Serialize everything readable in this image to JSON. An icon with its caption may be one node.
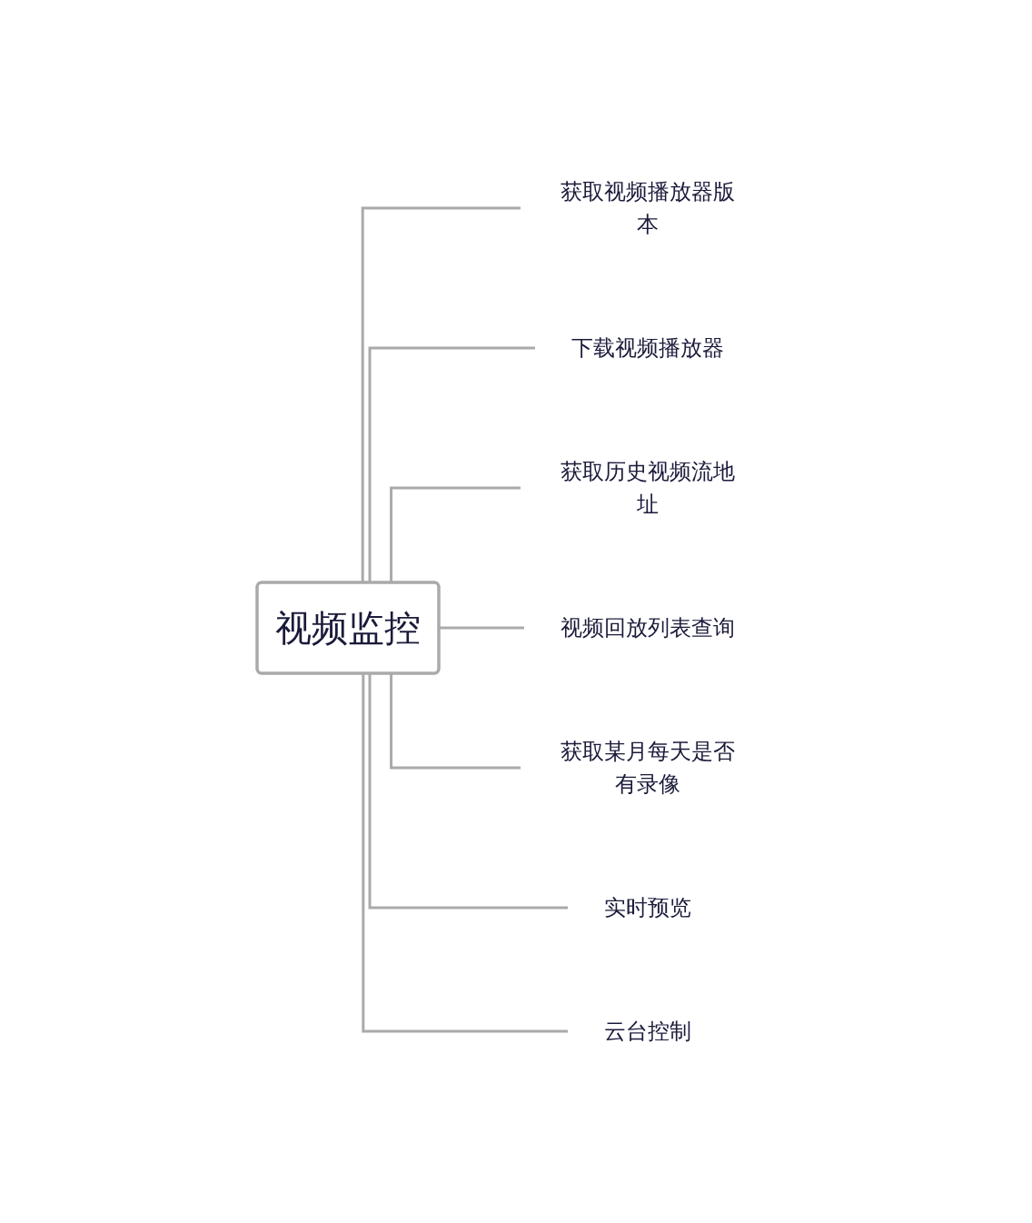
{
  "diagram": {
    "nodes": [
      {
        "text": [
          "视频监控"
        ]
      },
      {
        "text": [
          "获取视频播放器版本"
        ]
      },
      {
        "text": [
          "下载视频播放器"
        ]
      },
      {
        "text": [
          "获取历史视频流地址"
        ]
      },
      {
        "text": [
          "视频回放列表查询"
        ]
      },
      {
        "text": [
          "获取某月每天是否有录像"
        ]
      },
      {
        "text": [
          "实时预览"
        ]
      },
      {
        "text": [
          "云台控制"
        ]
      }
    ],
    "edges": [
      {
        "from": 0,
        "to": 1,
        "arrow": "none"
      },
      {
        "from": 0,
        "to": 2,
        "arrow": "none"
      },
      {
        "from": 0,
        "to": 3,
        "arrow": "none"
      },
      {
        "from": 0,
        "to": 4,
        "arrow": "none"
      },
      {
        "from": 0,
        "to": 5,
        "arrow": "none"
      },
      {
        "from": 0,
        "to": 6,
        "arrow": "none"
      },
      {
        "from": 0,
        "to": 7,
        "arrow": "none"
      }
    ]
  }
}
